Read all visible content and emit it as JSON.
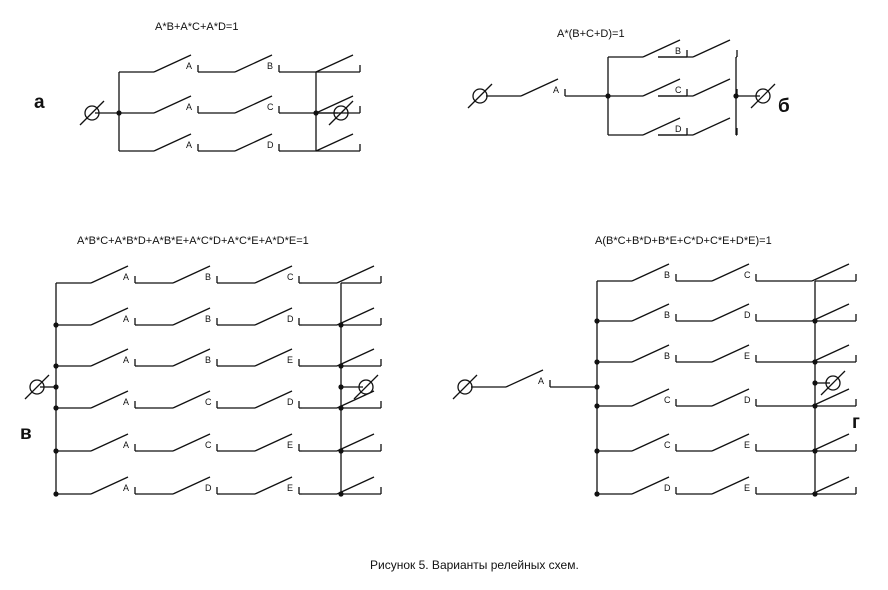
{
  "panels": {
    "a": {
      "letter": "а",
      "formula": "A*B+A*C+A*D=1",
      "rows": [
        [
          "A",
          "B"
        ],
        [
          "A",
          "C"
        ],
        [
          "A",
          "D"
        ]
      ]
    },
    "b": {
      "letter": "б",
      "formula": "A*(B+C+D)=1",
      "series": "A",
      "rows": [
        [
          "B"
        ],
        [
          "C"
        ],
        [
          "D"
        ]
      ]
    },
    "v": {
      "letter": "в",
      "formula": "A*B*C+A*B*D+A*B*E+A*C*D+A*C*E+A*D*E=1",
      "rows": [
        [
          "A",
          "B",
          "C"
        ],
        [
          "A",
          "B",
          "D"
        ],
        [
          "A",
          "B",
          "E"
        ],
        [
          "A",
          "C",
          "D"
        ],
        [
          "A",
          "C",
          "E"
        ],
        [
          "A",
          "D",
          "E"
        ]
      ]
    },
    "g": {
      "letter": "г",
      "formula": "A(B*C+B*D+B*E+C*D+C*E+D*E)=1",
      "series": "A",
      "rows": [
        [
          "B",
          "C"
        ],
        [
          "B",
          "D"
        ],
        [
          "B",
          "E"
        ],
        [
          "C",
          "D"
        ],
        [
          "C",
          "E"
        ],
        [
          "D",
          "E"
        ]
      ]
    }
  },
  "caption": "Рисунок 5. Варианты релейных схем."
}
